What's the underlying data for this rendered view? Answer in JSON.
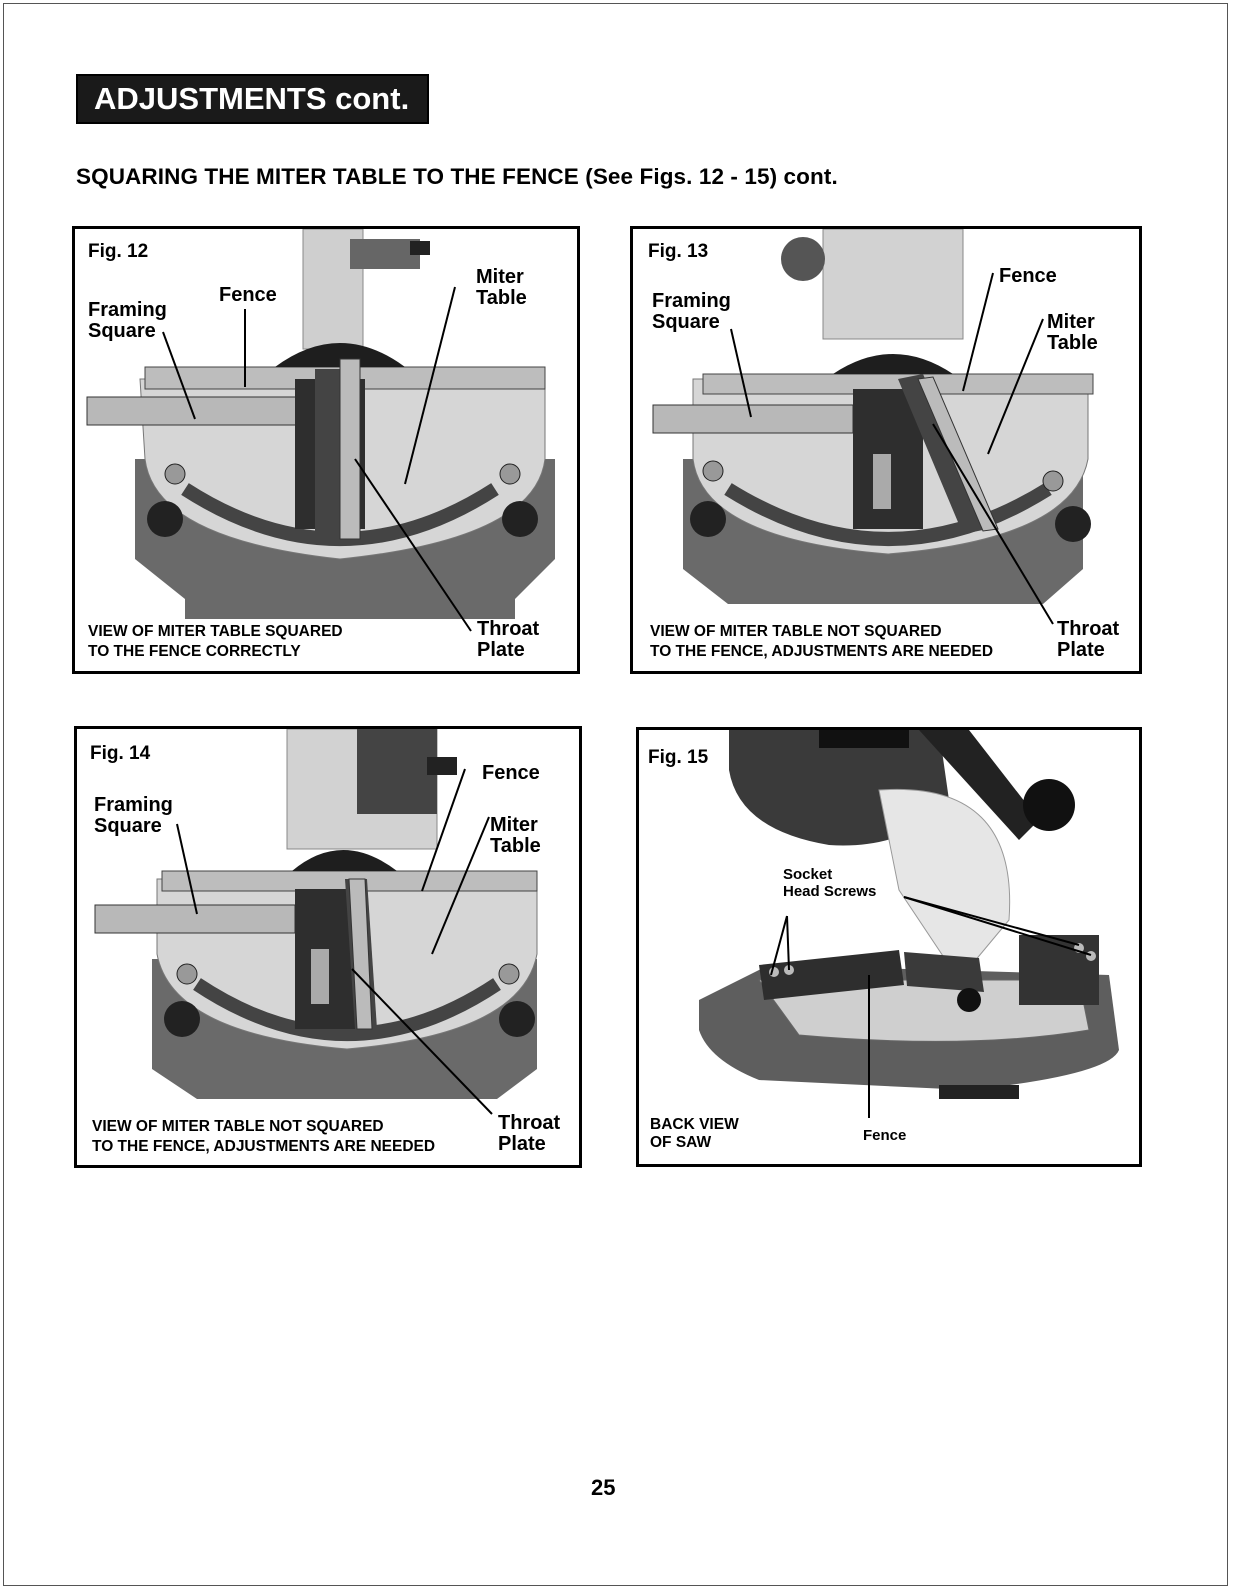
{
  "header": {
    "section": "ADJUSTMENTS cont.",
    "subtitle": "SQUARING THE MITER TABLE TO THE FENCE (See Figs. 12 - 15) cont."
  },
  "figures": [
    {
      "label": "Fig. 12",
      "callouts": {
        "framing": "Framing",
        "square": "Square",
        "fence": "Fence",
        "miter": "Miter",
        "table": "Table",
        "throat": "Throat",
        "plate": "Plate"
      },
      "caption": [
        "VIEW OF MITER TABLE SQUARED",
        "TO THE FENCE CORRECTLY"
      ]
    },
    {
      "label": "Fig. 13",
      "callouts": {
        "framing": "Framing",
        "square": "Square",
        "fence": "Fence",
        "miter": "Miter",
        "table": "Table",
        "throat": "Throat",
        "plate": "Plate"
      },
      "caption": [
        "VIEW OF MITER TABLE NOT SQUARED",
        "TO THE FENCE, ADJUSTMENTS ARE NEEDED"
      ]
    },
    {
      "label": "Fig. 14",
      "callouts": {
        "framing": "Framing",
        "square": "Square",
        "fence": "Fence",
        "miter": "Miter",
        "table": "Table",
        "throat": "Throat",
        "plate": "Plate"
      },
      "caption": [
        "VIEW OF MITER TABLE NOT SQUARED",
        "TO THE FENCE, ADJUSTMENTS ARE NEEDED"
      ]
    },
    {
      "label": "Fig. 15",
      "callouts": {
        "socket": "Socket",
        "head_screws": "Head Screws",
        "fence": "Fence"
      },
      "caption": [
        "BACK VIEW",
        "OF SAW"
      ]
    }
  ],
  "page_number": "25"
}
